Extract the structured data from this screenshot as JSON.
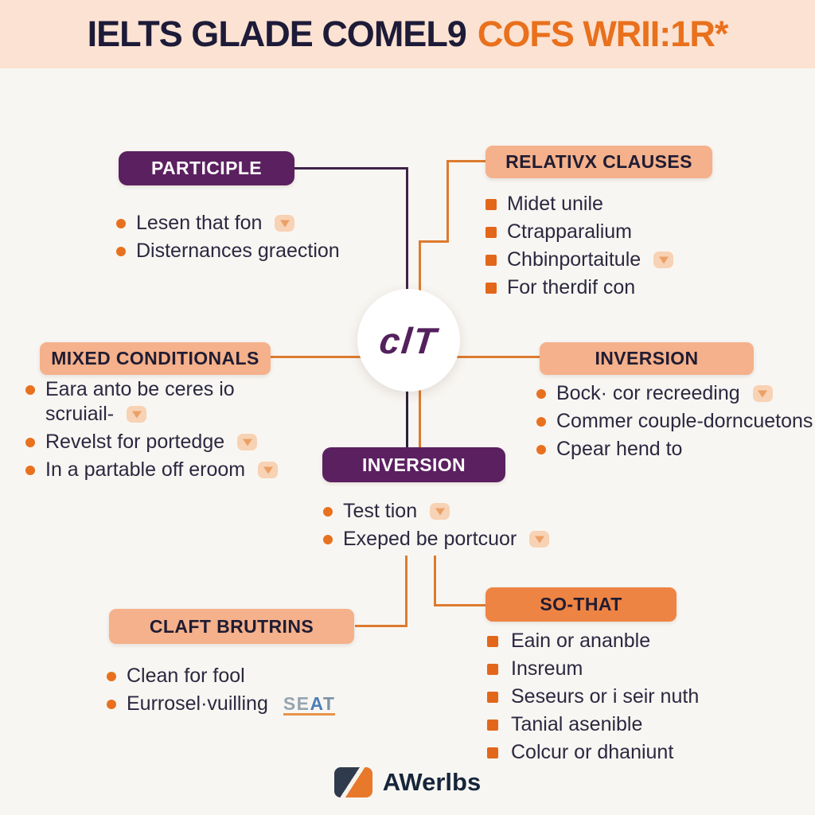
{
  "header": {
    "title_dark": "IELTS GLADE COMEL9",
    "title_orange": "COFS WRII:1R*"
  },
  "center": {
    "logo": "clT"
  },
  "sections": [
    {
      "title": "PARTICIPLE",
      "items": [
        {
          "text": "Lesen that fon",
          "icon": true
        },
        {
          "text": "Disternances graection",
          "icon": false
        }
      ]
    },
    {
      "title": "RELATIVX CLAUSES",
      "items": [
        {
          "text": "Midet unile",
          "icon": false
        },
        {
          "text": "Ctrapparalium",
          "icon": false
        },
        {
          "text": "Chbinportaitule",
          "icon": true
        },
        {
          "text": "For therdif con",
          "icon": false
        }
      ]
    },
    {
      "title": "MIXED CONDITIONALS",
      "items": [
        {
          "text": "Eara anto be ceres io scruiail-",
          "icon": true
        },
        {
          "text": "Revelst for portedge",
          "icon": true
        },
        {
          "text": "In a partable off eroom",
          "icon": true
        }
      ]
    },
    {
      "title": "INVERSION",
      "items": [
        {
          "text": "Bock· cor recreeding",
          "icon": true
        },
        {
          "text": "Commer couple-dorncuetons",
          "icon": false
        },
        {
          "text": "Cpear hend to",
          "icon": false
        }
      ]
    },
    {
      "title": "INVERSION",
      "items": [
        {
          "text": "Test tion",
          "icon": true
        },
        {
          "text": "Exeped be portcuor",
          "icon": true
        }
      ]
    },
    {
      "title": "CLAFT BRUTRINS",
      "items": [
        {
          "text": "Clean for fool",
          "icon": false
        },
        {
          "text": "Eurrosel·vuilling",
          "icon": false,
          "logo_se": "SE",
          "logo_a": "A",
          "logo_t": "T"
        }
      ]
    },
    {
      "title": "SO-THAT",
      "items": [
        {
          "text": "Eain or ananble",
          "icon": false
        },
        {
          "text": "Insreum",
          "icon": false
        },
        {
          "text": "Seseurs or i seir nuth",
          "icon": false
        },
        {
          "text": "Tanial asenible",
          "icon": false
        },
        {
          "text": "Colcur or dhaniunt",
          "icon": false
        }
      ]
    }
  ],
  "footer": {
    "brand": "AWerlbs"
  },
  "icons": {
    "bullet_dot": "orange-dot",
    "bullet_square": "orange-square",
    "badge": "peach-chevron-down-badge",
    "brand": "split-diagonal-square-logo"
  },
  "colors": {
    "header_bg": "#fbe2d2",
    "navy_text": "#1d1b38",
    "accent_orange": "#e9701c",
    "deep_purple": "#5b2060",
    "peach_box": "#f5b18b",
    "so_that_box": "#ee8443",
    "line_orange": "#dd7b2f",
    "line_purple": "#3e2349"
  }
}
